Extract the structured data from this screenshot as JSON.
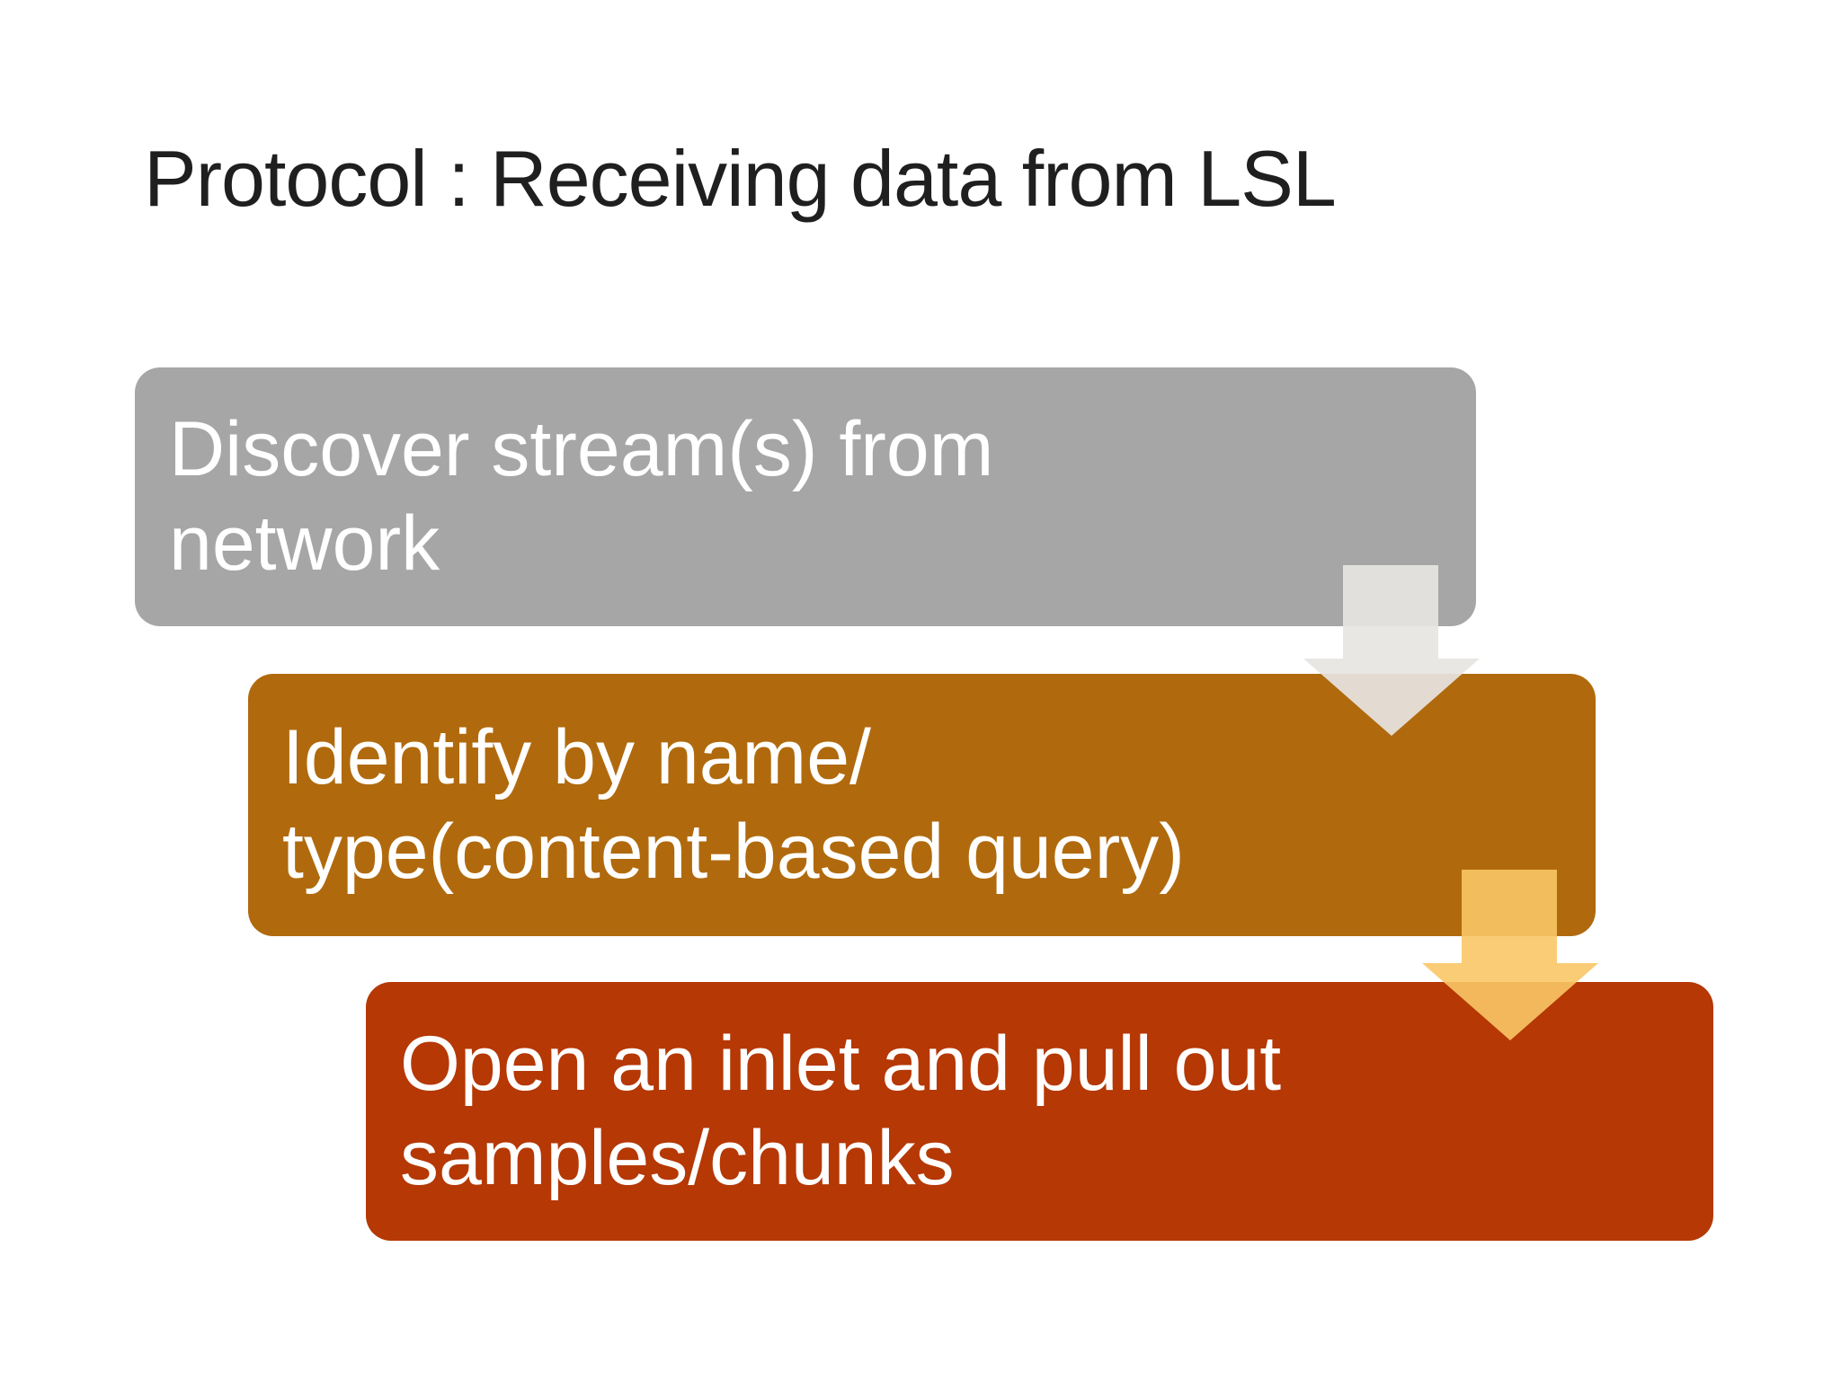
{
  "slide": {
    "background": "#FFFFFF",
    "title": "Protocol : Receiving data from LSL",
    "title_color": "#1F1F1F",
    "text_color": "#FFFFFF",
    "steps": [
      {
        "id": "discover",
        "text": "Discover stream(s) from\nnetwork",
        "color": "#A6A6A6"
      },
      {
        "id": "identify",
        "text": "Identify by name/\ntype(content-based query)",
        "color": "#B06A0D"
      },
      {
        "id": "open-inlet",
        "text": "Open an inlet and pull out\nsamples/chunks",
        "color": "#B53805"
      }
    ],
    "arrows": [
      {
        "id": "gray-down-arrow",
        "color": "rgba(231,229,226,0.92)"
      },
      {
        "id": "gold-down-arrow",
        "color": "rgba(250,198,102,0.90)"
      }
    ]
  }
}
